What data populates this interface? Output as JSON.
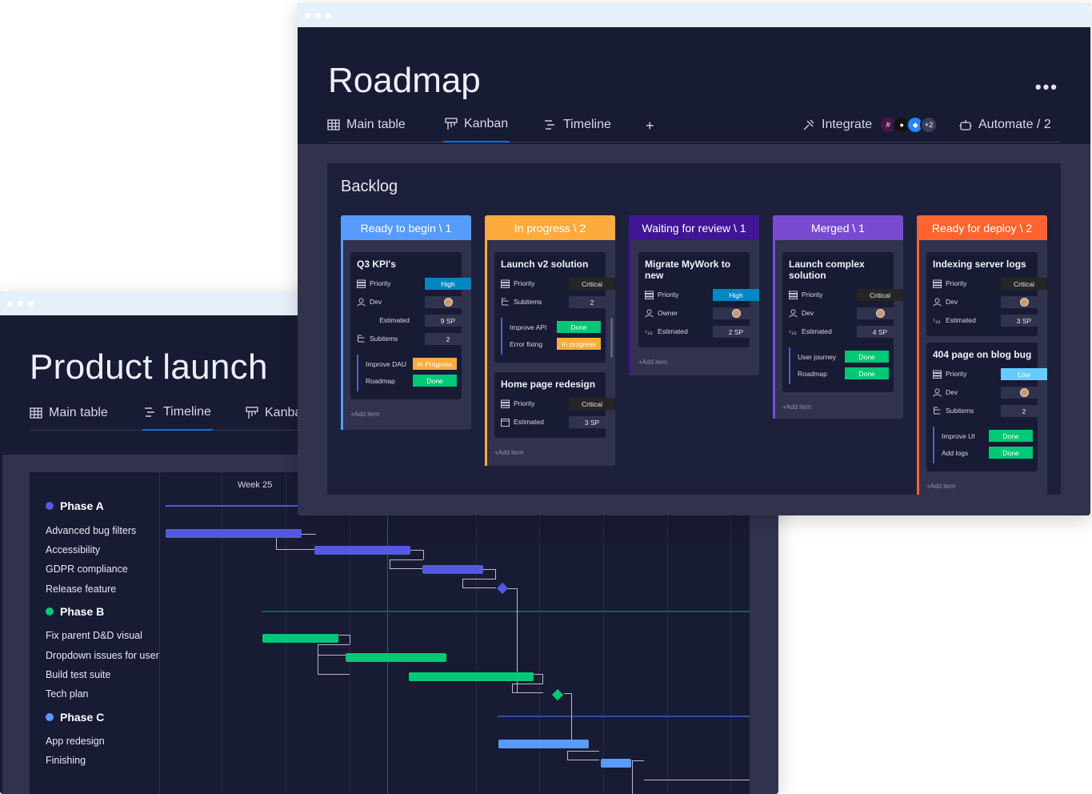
{
  "launch": {
    "title": "Product launch",
    "tabs": [
      "Main table",
      "Timeline",
      "Kanban"
    ],
    "week_label": "Week 25",
    "phases": [
      {
        "name": "Phase A",
        "color": "#5559df",
        "tasks": [
          "Advanced bug filters",
          "Accessibility",
          "GDPR compliance",
          "Release feature"
        ]
      },
      {
        "name": "Phase B",
        "color": "#00c875",
        "tasks": [
          "Fix parent D&D visual",
          "Dropdown issues for user",
          "Build test suite",
          "Tech plan"
        ]
      },
      {
        "name": "Phase C",
        "color": "#579bfc",
        "tasks": [
          "App redesign",
          "Finishing"
        ]
      }
    ]
  },
  "roadmap": {
    "title": "Roadmap",
    "more": "•••",
    "tabs": [
      "Main table",
      "Kanban",
      "Timeline"
    ],
    "add_tab": "+",
    "integrate": "Integrate",
    "integrate_more": "+2",
    "automate": "Automate / 2",
    "board_title": "Backlog",
    "add_item": "+Add item",
    "columns": [
      {
        "title": "Ready to begin \\ 1",
        "color": "#579bfc",
        "cards": [
          {
            "title": "Q3 KPI's",
            "fields": [
              {
                "label": "Priority",
                "value": "High",
                "style": "high"
              },
              {
                "label": "Dev",
                "value": "",
                "style": "avatar"
              },
              {
                "label": "Estimated",
                "value": "9 SP",
                "style": ""
              },
              {
                "label": "Subitems",
                "value": "2",
                "style": ""
              }
            ],
            "subitems": [
              {
                "name": "Improve DAU",
                "status": "In Progress",
                "style": "inprog"
              },
              {
                "name": "Roadmap",
                "status": "Done",
                "style": "done"
              }
            ]
          }
        ]
      },
      {
        "title": "In progress \\ 2",
        "color": "#fdab3d",
        "cards": [
          {
            "title": "Launch v2 solution",
            "fields": [
              {
                "label": "Priority",
                "value": "Critical",
                "style": "critical"
              },
              {
                "label": "Subitems",
                "value": "2",
                "style": ""
              }
            ],
            "subitems": [
              {
                "name": "Improve API",
                "status": "Done",
                "style": "done"
              },
              {
                "name": "Error fixing",
                "status": "In progress",
                "style": "inprog"
              }
            ]
          },
          {
            "title": "Home page redesign",
            "fields": [
              {
                "label": "Priority",
                "value": "Critical",
                "style": "critical"
              },
              {
                "label": "Estimated",
                "value": "3 SP",
                "style": ""
              }
            ],
            "subitems": []
          }
        ]
      },
      {
        "title": "Waiting for review \\ 1",
        "color": "#401694",
        "cards": [
          {
            "title": "Migrate MyWork to new",
            "fields": [
              {
                "label": "Priority",
                "value": "High",
                "style": "high"
              },
              {
                "label": "Owner",
                "value": "",
                "style": "avatar"
              },
              {
                "label": "Estimated",
                "value": "2 SP",
                "style": ""
              }
            ],
            "subitems": []
          }
        ]
      },
      {
        "title": "Merged \\ 1",
        "color": "#784bd1",
        "cards": [
          {
            "title": "Launch complex solution",
            "fields": [
              {
                "label": "Priority",
                "value": "Critical",
                "style": "critical"
              },
              {
                "label": "Dev",
                "value": "",
                "style": "avatar"
              },
              {
                "label": "Estimated",
                "value": "4 SP",
                "style": ""
              }
            ],
            "subitems": [
              {
                "name": "User journey",
                "status": "Done",
                "style": "done"
              },
              {
                "name": "Roadmap",
                "status": "Done",
                "style": "done"
              }
            ]
          }
        ]
      },
      {
        "title": "Ready for deploy \\ 2",
        "color": "#ff642e",
        "cards": [
          {
            "title": "Indexing server logs",
            "fields": [
              {
                "label": "Priority",
                "value": "Critical",
                "style": "critical"
              },
              {
                "label": "Dev",
                "value": "",
                "style": "avatar"
              },
              {
                "label": "Estimated",
                "value": "3 SP",
                "style": ""
              }
            ],
            "subitems": []
          },
          {
            "title": "404 page on blog bug",
            "fields": [
              {
                "label": "Priority",
                "value": "Low",
                "style": "low"
              },
              {
                "label": "Dev",
                "value": "",
                "style": "avatar"
              },
              {
                "label": "Subitems",
                "value": "2",
                "style": ""
              }
            ],
            "subitems": [
              {
                "name": "Improve UI",
                "status": "Done",
                "style": "done"
              },
              {
                "name": "Add logs",
                "status": "Done",
                "style": "done"
              }
            ]
          }
        ]
      }
    ]
  }
}
